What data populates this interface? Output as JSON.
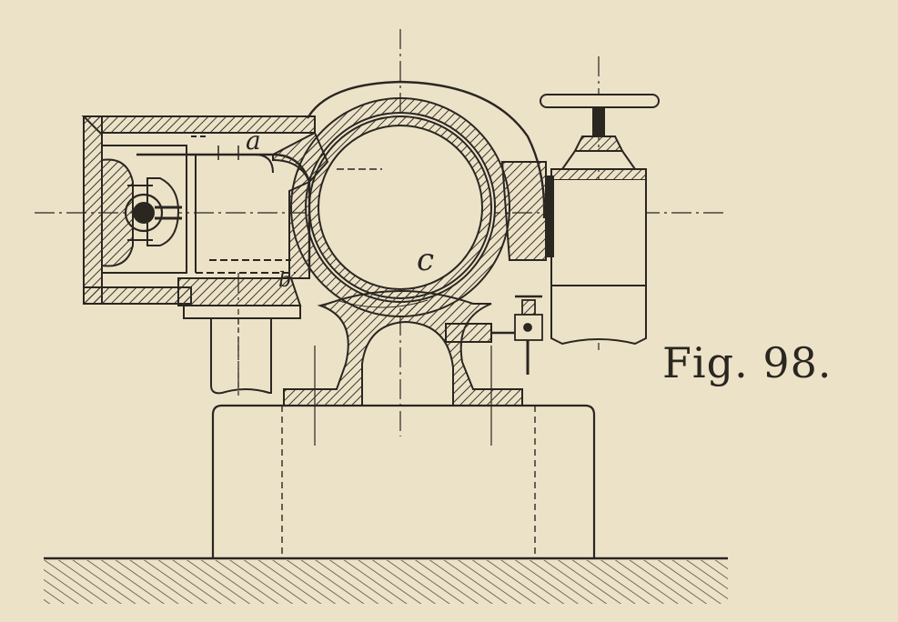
{
  "figure": {
    "caption": "Fig. 98.",
    "labels": {
      "a": "a",
      "b": "b",
      "c": "c"
    }
  },
  "colors": {
    "paper": "#ece2c8",
    "ink": "#2a2620",
    "hatch": "#3a352c"
  }
}
